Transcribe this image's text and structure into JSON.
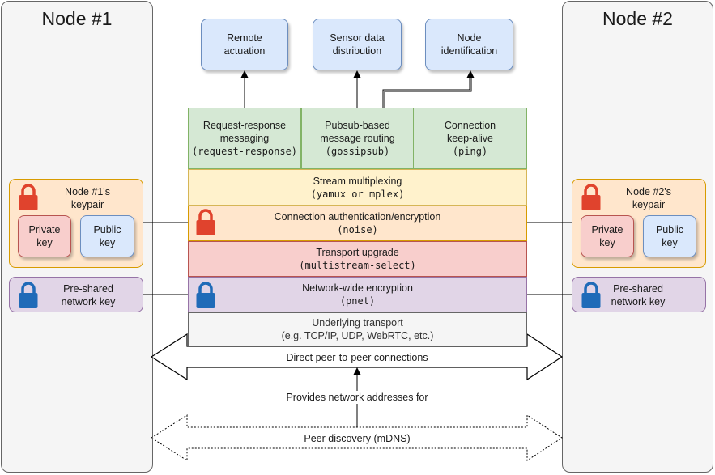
{
  "nodes": {
    "left": {
      "title": "Node #1",
      "keypair": "Node #1's\nkeypair",
      "private_key": "Private\nkey",
      "public_key": "Public\nkey",
      "psk": "Pre-shared\nnetwork key"
    },
    "right": {
      "title": "Node #2",
      "keypair": "Node #2's\nkeypair",
      "private_key": "Private\nkey",
      "public_key": "Public\nkey",
      "psk": "Pre-shared\nnetwork key"
    }
  },
  "top_boxes": [
    {
      "label": "Remote\nactuation"
    },
    {
      "label": "Sensor data\ndistribution"
    },
    {
      "label": "Node\nidentification"
    }
  ],
  "protocols": [
    {
      "label": "Request-response\nmessaging",
      "code": "(request-response)"
    },
    {
      "label": "Pubsub-based\nmessage routing",
      "code": "(gossipsub)"
    },
    {
      "label": "Connection\nkeep-alive",
      "code": "(ping)"
    }
  ],
  "layers": {
    "mux": {
      "label": "Stream multiplexing",
      "code": "(yamux or mplex)"
    },
    "auth": {
      "label": "Connection authentication/encryption",
      "code": "(noise)"
    },
    "upgrade": {
      "label": "Transport upgrade",
      "code": "(multistream-select)"
    },
    "pnet": {
      "label": "Network-wide encryption",
      "code": "(pnet)"
    },
    "transport": {
      "label": "Underlying transport",
      "sub": "(e.g. TCP/IP, UDP, WebRTC, etc.)"
    }
  },
  "connections": {
    "p2p": "Direct peer-to-peer connections",
    "provides": "Provides network addresses for",
    "discovery": "Peer discovery (mDNS)"
  },
  "colors": {
    "lock_red": "#e0432d",
    "lock_blue": "#1f6bb8"
  }
}
